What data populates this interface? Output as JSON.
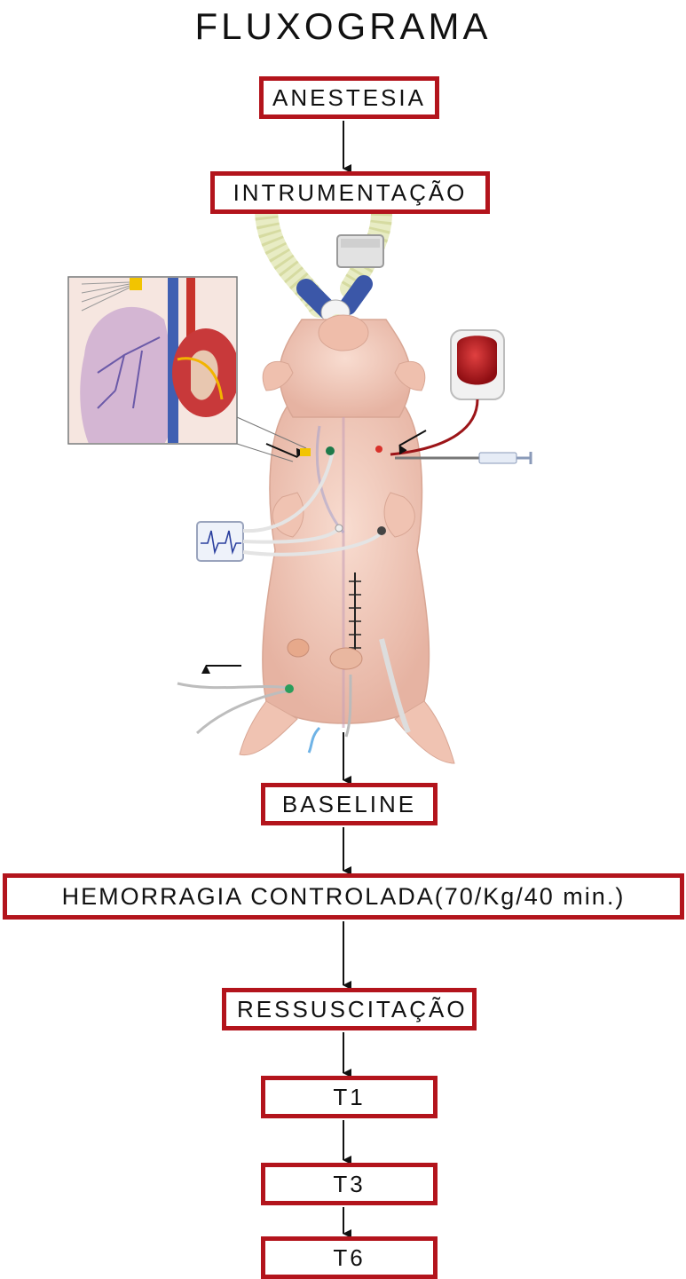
{
  "title": "FLUXOGRAMA",
  "steps": {
    "anestesia": "ANESTESIA",
    "instrumentacao": "INTRUMENTAÇÃO",
    "baseline": "BASELINE",
    "hemorragia": "HEMORRAGIA CONTROLADA(70/Kg/40 min.)",
    "ressuscitacao": "RESSUSCITAÇÃO",
    "t1": "T1",
    "t3": "T3",
    "t6": "T6"
  },
  "colors": {
    "box_border": "#b3141c",
    "arrow": "#111111",
    "skin": "#f2c8b8"
  },
  "icons": [
    "pig-illustration",
    "heart-lung-inset",
    "blood-bag-icon",
    "ecg-monitor-icon",
    "syringe-icon",
    "ventilator-tube-icon"
  ]
}
